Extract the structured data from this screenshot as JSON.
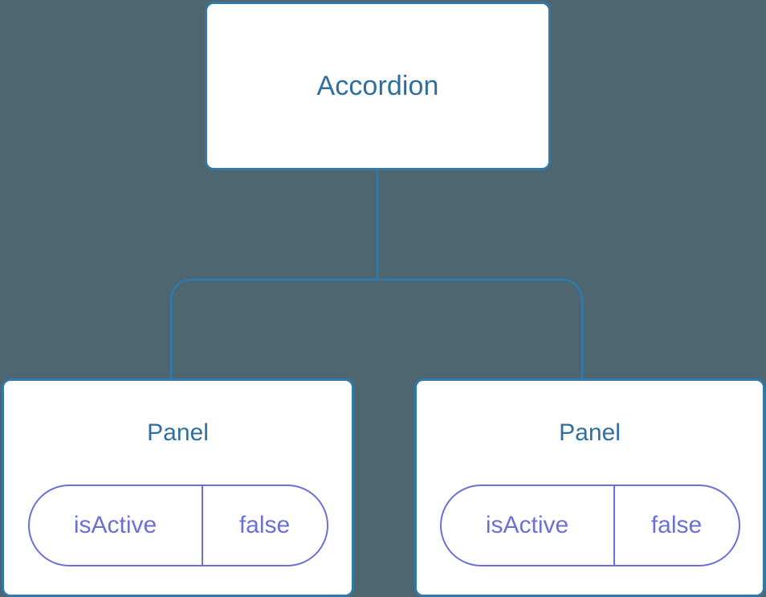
{
  "diagram": {
    "type": "component-tree",
    "background_color": "#4d6670",
    "node_border_color": "#3178ab",
    "node_fill_color": "#ffffff",
    "node_title_color": "#2e6f9e",
    "pill_color": "#6b6fd8",
    "edge_color": "#3178ab"
  },
  "root": {
    "label": "Accordion"
  },
  "children": [
    {
      "label": "Panel",
      "state": {
        "key": "isActive",
        "value": "false"
      }
    },
    {
      "label": "Panel",
      "state": {
        "key": "isActive",
        "value": "false"
      }
    }
  ],
  "edges": {
    "trunk": "root-to-bus",
    "bus": "horizontal-split-bus",
    "branches": [
      "bus-to-panel-left",
      "bus-to-panel-right"
    ]
  }
}
